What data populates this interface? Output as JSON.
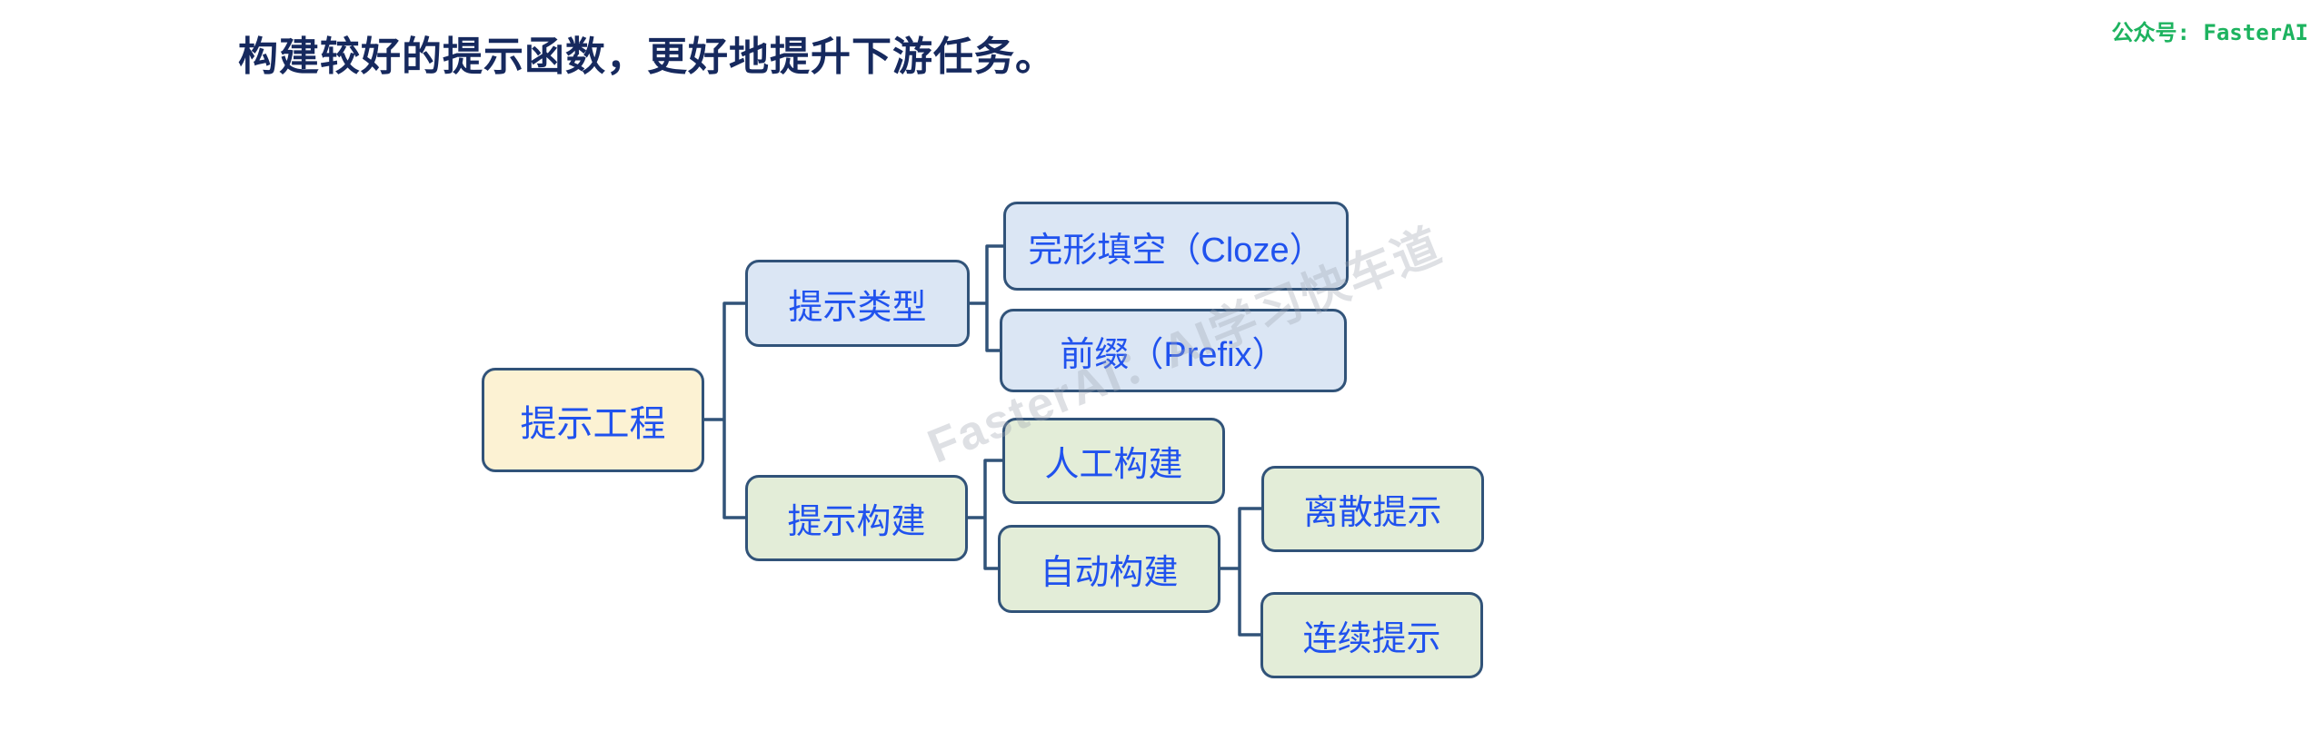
{
  "page": {
    "title": "构建较好的提示函数，更好地提升下游任务。",
    "badge": "公众号: FasterAI",
    "watermark": "FasterAI：AI学习快车道"
  },
  "colors": {
    "title_text": "#16295e",
    "node_text": "#2052ee",
    "line": "#315379",
    "root_fill": "#fcf2d3",
    "blue_fill": "#dbe6f4",
    "green_fill": "#e3edd8",
    "badge_green": "#1db35f",
    "watermark": "#a0a6b2"
  },
  "mindmap": {
    "root": {
      "label": "提示工程",
      "children": [
        {
          "label": "提示类型",
          "children": [
            {
              "label": "完形填空（Cloze）"
            },
            {
              "label": "前缀（Prefix）"
            }
          ]
        },
        {
          "label": "提示构建",
          "children": [
            {
              "label": "人工构建"
            },
            {
              "label": "自动构建",
              "children": [
                {
                  "label": "离散提示"
                },
                {
                  "label": "连续提示"
                }
              ]
            }
          ]
        }
      ]
    }
  }
}
